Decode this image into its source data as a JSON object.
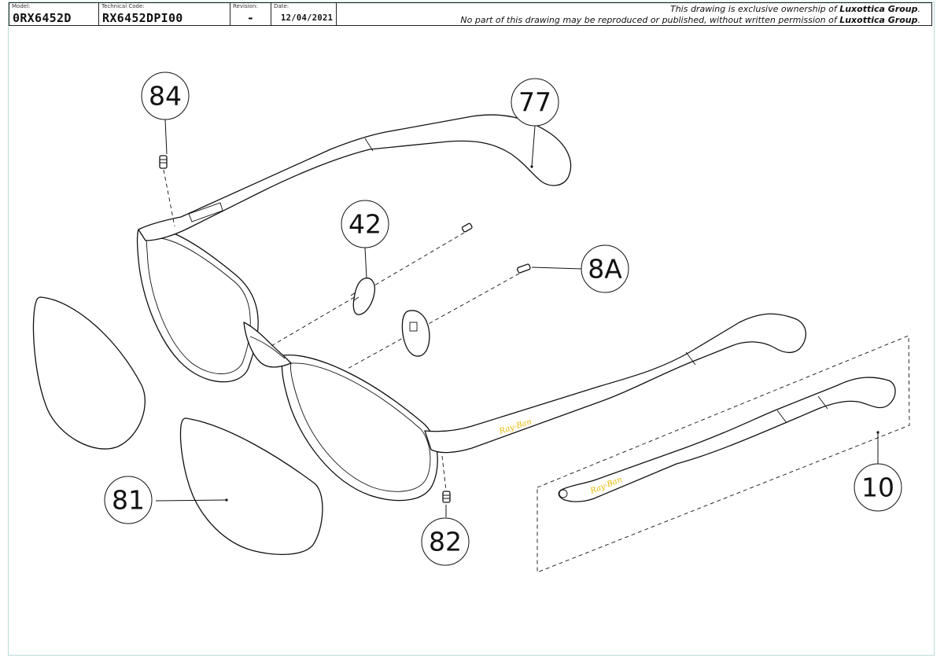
{
  "title_block": {
    "model_caption": "Model:",
    "model": "0RX6452D",
    "technical_code_caption": "Technical Code:",
    "technical_code": "RX6452DPI00",
    "revision_caption": "Revision:",
    "revision": "-",
    "date_caption": "Date:",
    "date": "12/04/2021",
    "notice_line1_prefix": "This drawing is exclusive ownership of ",
    "notice_owner": "Luxottica Group",
    "notice_line1_suffix": ".",
    "notice_line2_prefix": "No part of this drawing may be reproduced or published, without written permission of ",
    "notice_line2_suffix": "."
  },
  "callouts": [
    {
      "id": "84",
      "label": "84"
    },
    {
      "id": "77",
      "label": "77"
    },
    {
      "id": "42",
      "label": "42"
    },
    {
      "id": "8A",
      "label": "8A"
    },
    {
      "id": "81",
      "label": "81"
    },
    {
      "id": "82",
      "label": "82"
    },
    {
      "id": "10",
      "label": "10"
    }
  ],
  "colors": {
    "line": "#111111",
    "logo": "#e8b800",
    "frame_border": "#b9dcd9"
  },
  "logo_text": "Ray-Ban"
}
